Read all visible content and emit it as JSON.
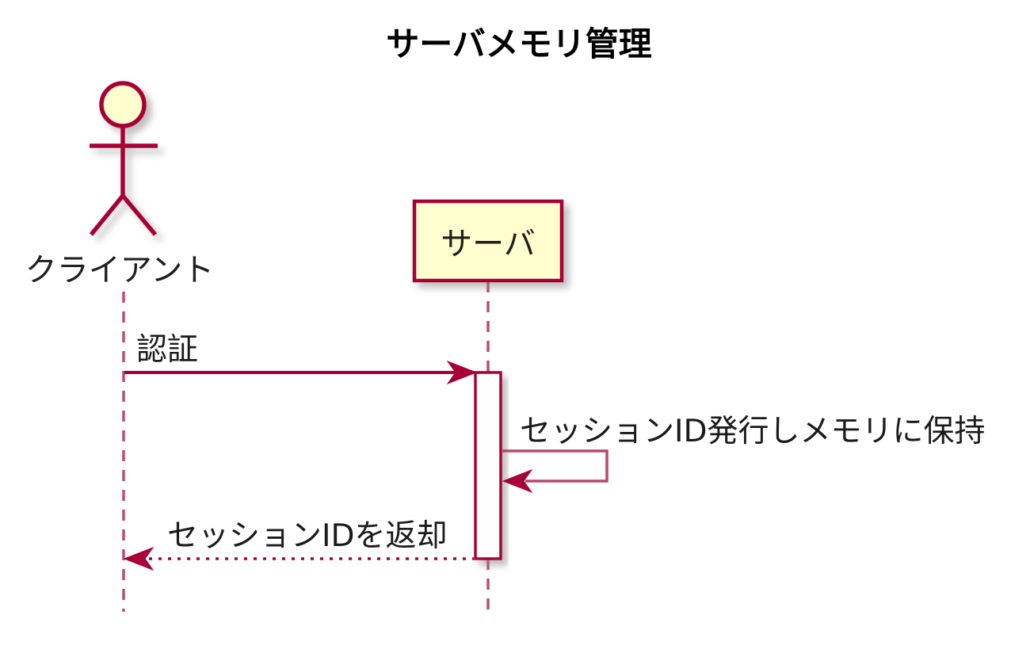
{
  "diagram": {
    "type": "sequence",
    "title": "サーバメモリ管理",
    "participants": [
      {
        "id": "client",
        "kind": "actor",
        "label": "クライアント"
      },
      {
        "id": "server",
        "kind": "participant",
        "label": "サーバ"
      }
    ],
    "messages": [
      {
        "seq": 1,
        "from": "client",
        "to": "server",
        "label": "認証",
        "line": "solid",
        "arrow": "filled"
      },
      {
        "seq": 2,
        "from": "server",
        "to": "server",
        "label": "セッションID発行しメモリに保持",
        "line": "solid",
        "arrow": "self-call"
      },
      {
        "seq": 3,
        "from": "server",
        "to": "client",
        "label": "セッションIDを返却",
        "line": "dotted",
        "arrow": "filled"
      }
    ],
    "colors": {
      "accent": "#A80036",
      "accent_light": "#B8496B",
      "lifeline": "#BC4E6F",
      "participant_fill": "#FEFECE",
      "activation_fill": "#FEFEFE",
      "text": "#1B1B1B",
      "background": "#FFFFFF"
    }
  }
}
